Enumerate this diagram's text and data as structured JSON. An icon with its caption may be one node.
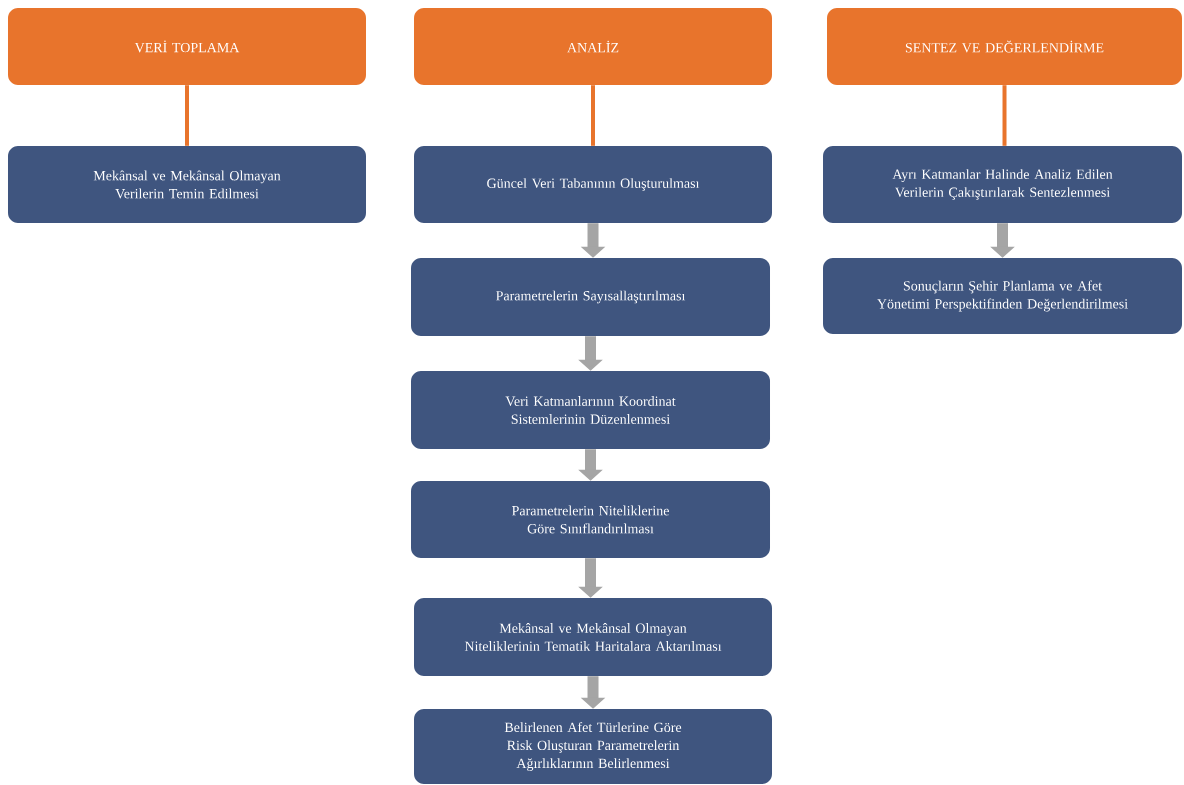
{
  "diagram": {
    "nodes": [
      {
        "text": [
          "VERİ TOPLAMA"
        ]
      },
      {
        "text": [
          "ANALİZ"
        ]
      },
      {
        "text": [
          "SENTEZ VE DEĞERLENDİRME"
        ]
      },
      {
        "text": [
          "Mekânsal ve Mekânsal Olmayan Verilerin Temin Edilmesi"
        ]
      },
      {
        "text": [
          "Güncel Veri Tabanının Oluşturulması"
        ]
      },
      {
        "text": [
          "Parametrelerin Sayısallaştırılması"
        ]
      },
      {
        "text": [
          "Veri Katmanlarının Koordinat Sistemlerinin Düzenlenmesi"
        ]
      },
      {
        "text": [
          "Parametrelerin Niteliklerine Göre Sınıflandırılması"
        ]
      },
      {
        "text": [
          "Mekânsal ve Mekânsal Olmayan Niteliklerinin Tematik Haritalara Aktarılması"
        ]
      },
      {
        "text": [
          "Belirlenen Afet Türlerine Göre Risk Oluşturan Parametrelerin Ağırlıklarının Belirlenmesi"
        ]
      },
      {
        "text": [
          "Ayrı Katmanlar Halinde Analiz Edilen Verilerin Çakıştırılarak Sentezlenmesi"
        ]
      },
      {
        "text": [
          "Sonuçların Şehir Planlama ve Afet Yönetimi Perspektifinden Değerlendirilmesi"
        ]
      }
    ],
    "edges": [
      {
        "from": 0,
        "to": 3,
        "arrow": "none",
        "color": "#e8742c"
      },
      {
        "from": 1,
        "to": 4,
        "arrow": "none",
        "color": "#e8742c"
      },
      {
        "from": 2,
        "to": 10,
        "arrow": "none",
        "color": "#e8742c"
      },
      {
        "from": 4,
        "to": 5,
        "arrow": "to"
      },
      {
        "from": 5,
        "to": 6,
        "arrow": "to"
      },
      {
        "from": 6,
        "to": 7,
        "arrow": "to"
      },
      {
        "from": 7,
        "to": 8,
        "arrow": "to"
      },
      {
        "from": 8,
        "to": 9,
        "arrow": "to"
      },
      {
        "from": 10,
        "to": 11,
        "arrow": "to"
      }
    ]
  }
}
